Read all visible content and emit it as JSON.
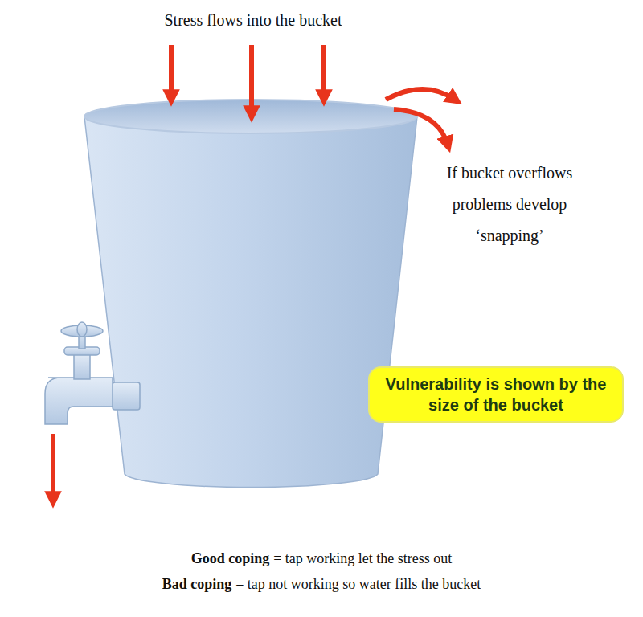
{
  "diagram": {
    "nodes": [
      {
        "text": [
          "Vulnerability is shown by the size of the bucket"
        ]
      }
    ],
    "labels": [
      "Stress flows into the bucket",
      "If bucket overflows problems develop ‘snapping’",
      "Good coping",
      "= tap working let the stress out",
      "Bad coping",
      "= tap not working so water fills the bucket"
    ]
  }
}
